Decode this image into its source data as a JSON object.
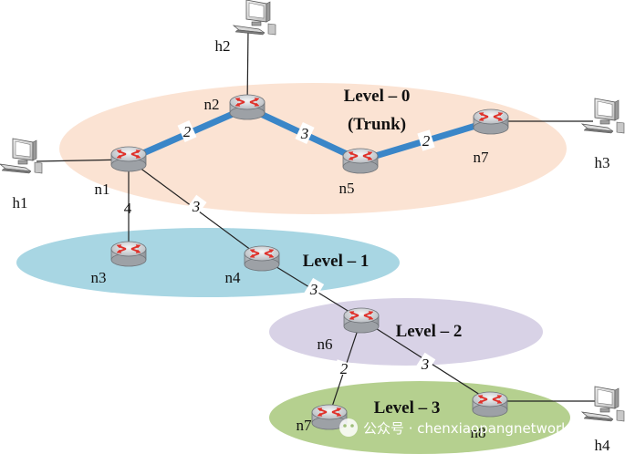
{
  "levels": {
    "level0": "Level – 0",
    "level0_sub": "(Trunk)",
    "level1": "Level – 1",
    "level2": "Level – 2",
    "level3": "Level – 3"
  },
  "nodes": {
    "n1": "n1",
    "n2": "n2",
    "n3": "n3",
    "n4": "n4",
    "n5": "n5",
    "n6": "n6",
    "n7_trunk": "n7",
    "n7_l3": "n7",
    "n8": "n8"
  },
  "hosts": {
    "h1": "h1",
    "h2": "h2",
    "h3": "h3",
    "h4": "h4"
  },
  "weights": {
    "n1_n2": "2",
    "n2_n5": "3",
    "n5_n7": "2",
    "n1_n3": "4",
    "n1_n4": "3",
    "n4_n6": "3",
    "n6_n7": "2",
    "n6_n8": "3"
  },
  "watermark": "公众号 · chenxiaopangnetwork",
  "colors": {
    "level0": "#fbe3d3",
    "level1": "#a8d6e3",
    "level2": "#d8d2e6",
    "level3": "#b5d08f",
    "trunk": "#3a86c8",
    "router": "#c9ccd0",
    "arrow": "#e0312a"
  }
}
